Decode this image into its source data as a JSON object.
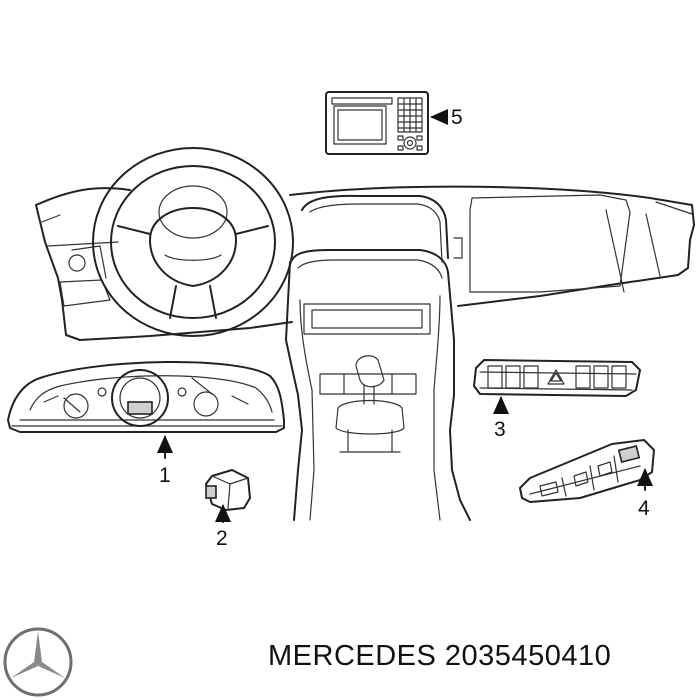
{
  "callouts": [
    {
      "id": "1",
      "label": "1"
    },
    {
      "id": "2",
      "label": "2"
    },
    {
      "id": "3",
      "label": "3"
    },
    {
      "id": "4",
      "label": "4"
    },
    {
      "id": "5",
      "label": "5"
    }
  ],
  "caption": {
    "brand": "MERCEDES",
    "part_number": "2035450410"
  },
  "icons": {
    "logo": "mercedes-star-icon",
    "arrow": "arrow-icon"
  }
}
